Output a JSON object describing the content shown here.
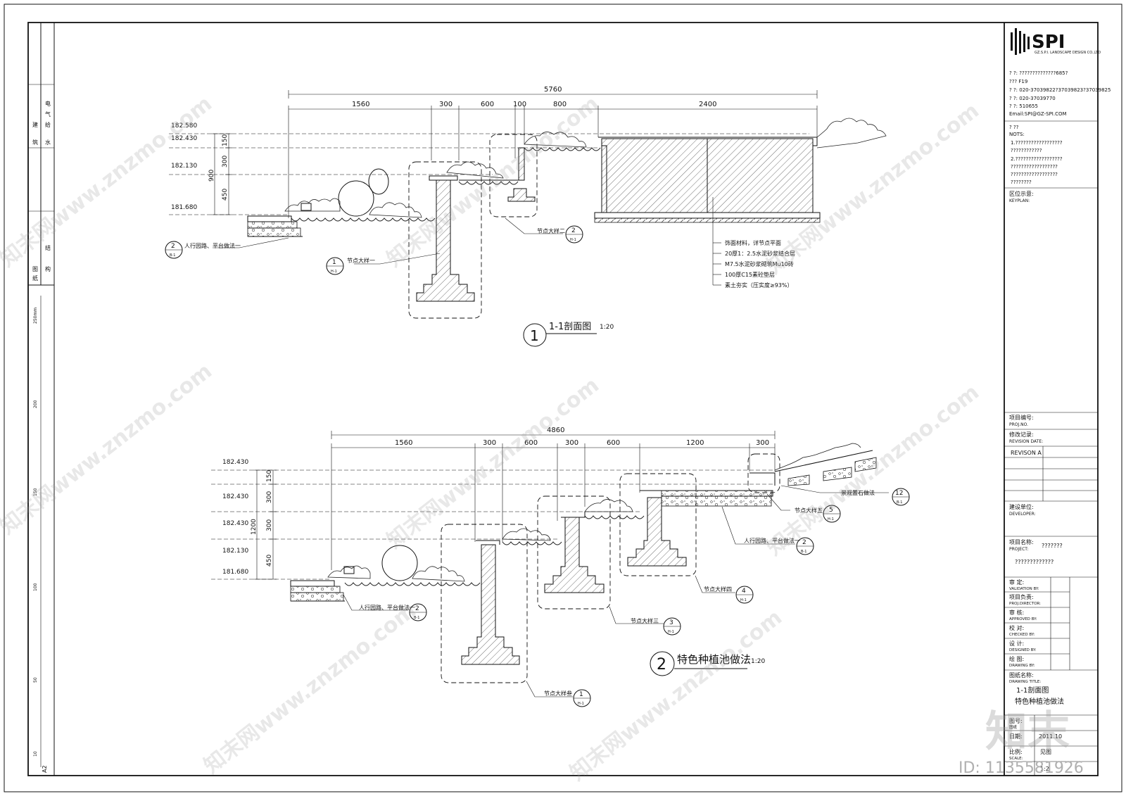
{
  "title_block": {
    "company": "SPI",
    "company_sub": "GZ.S.P.I. LANDSCAPE DESIGN CO.,LTD",
    "address_lines": [
      "? ?: ??????????????685?",
      "??? F19",
      "? ?: 020-37039822?37039823?37039825",
      "? ?: 020-37039770",
      "? ?: 510655",
      "Email:SPI@GZ-SPI.COM"
    ],
    "notes_title": "? ??",
    "notes_en": "NOTS:",
    "notes_lines": [
      "1.??????????????????",
      "????????????",
      "2.??????????????????",
      "??????????????????",
      "??????????????????",
      "????????"
    ],
    "keyplan_label": "区位示意:",
    "keyplan_en": "KEYPLAN:",
    "proj_no_label": "项目编号:",
    "proj_no_en": "PROJ.NO.",
    "revision_label": "修改记录:",
    "revision_en": "REVISION DATE:",
    "revision_a": "REVISON A",
    "developer_label": "建设单位:",
    "developer_en": "DEVELOPER:",
    "project_label": "项目名称:",
    "project_en": "PROJECT:",
    "project_value1": "???????",
    "project_value2": "?????????????",
    "validation_label": "审    定:",
    "validation_en": "VALIDATION BY:",
    "director_label": "项目负责:",
    "director_en": "PROJ.DIRECTOR:",
    "approved_label": "审    核:",
    "approved_en": "APPROVED BY:",
    "checked_label": "校    对:",
    "checked_en": "CHECKED BY:",
    "designed_label": "设    计:",
    "designed_en": "DESIGNED BY:",
    "drawing_label": "绘    图:",
    "drawing_en": "DRAWING BY:",
    "drawing_title_label": "图纸名称:",
    "drawing_title_en": "DRAWING TITLE:",
    "drawing_title_1": "1-1剖面图",
    "drawing_title_2": "特色种植池做法",
    "drawing_no_label": "图号:",
    "date_label": "日期:",
    "date_value": "2011.10",
    "scale_label": "比例:",
    "scale_en": "SCALE:",
    "scale_value": "见图",
    "proc_label": "图纸",
    "sheet_value": "1:2"
  },
  "left_strip": {
    "top_labels": [
      "建",
      "筑",
      "给",
      "水",
      "电",
      "气"
    ],
    "bottom_labels": [
      "图",
      "纸",
      "结",
      "构"
    ],
    "ruler_labels": [
      "250mm",
      "200",
      "150",
      "100",
      "50",
      "10",
      "A2"
    ]
  },
  "section1": {
    "title_num": "1",
    "title": "1-1剖面图",
    "scale": "1:20",
    "overall_dim": "5760",
    "dims": [
      "1560",
      "300",
      "600",
      "100",
      "800",
      "2400"
    ],
    "elevations": [
      "182.580",
      "182.430",
      "182.130",
      "181.680"
    ],
    "vert_dims": [
      "150",
      "300",
      "450"
    ],
    "vert_total": "900",
    "callout1_text": "节点大样一",
    "callout1_num": "1",
    "callout1_sheet": "H-1",
    "callout2_text": "节点大样二",
    "callout2_num": "2",
    "callout2_sheet": "H-1",
    "path_text": "人行园路、平台做法一",
    "path_num": "2",
    "path_sheet": "B-1",
    "layers": [
      "饰面材料，详节点平面",
      "20厚1：2.5水泥砂浆结合层",
      "M7.5水泥砂浆砌筑Mu10砖",
      "100厚C15素砼垫层",
      "素土夯实（压实度≥93%）"
    ]
  },
  "section2": {
    "title_num": "2",
    "title": "特色种植池做法",
    "scale": "1:20",
    "overall_dim": "4860",
    "dims": [
      "1560",
      "300",
      "600",
      "300",
      "600",
      "1200",
      "300"
    ],
    "elevations": [
      "182.430",
      "182.430",
      "182.430",
      "182.130",
      "181.680"
    ],
    "vert_dims": [
      "150",
      "300",
      "300",
      "450"
    ],
    "vert_total": "1200",
    "callout_d": "节点大样叁",
    "callout_d_num": "1",
    "callout_d_sheet": "H-1",
    "callout3": "节点大样三",
    "callout3_num": "3",
    "callout3_sheet": "H-1",
    "callout4": "节点大样四",
    "callout4_num": "4",
    "callout4_sheet": "H-1",
    "callout5": "节点大样五",
    "callout5_num": "5",
    "callout5_sheet": "H-1",
    "path1": "人行园路、平台做法一",
    "path1_num": "2",
    "path1_sheet": "B-1",
    "path2": "人行园路、平台做法一",
    "path2_num": "2",
    "path2_sheet": "B-1",
    "stone": "景观置石做法",
    "stone_num": "12",
    "stone_sheet": "B-1"
  },
  "watermark": {
    "text": "知末网www.znzmo.com",
    "logo": "知末",
    "id": "ID: 1135581926"
  }
}
